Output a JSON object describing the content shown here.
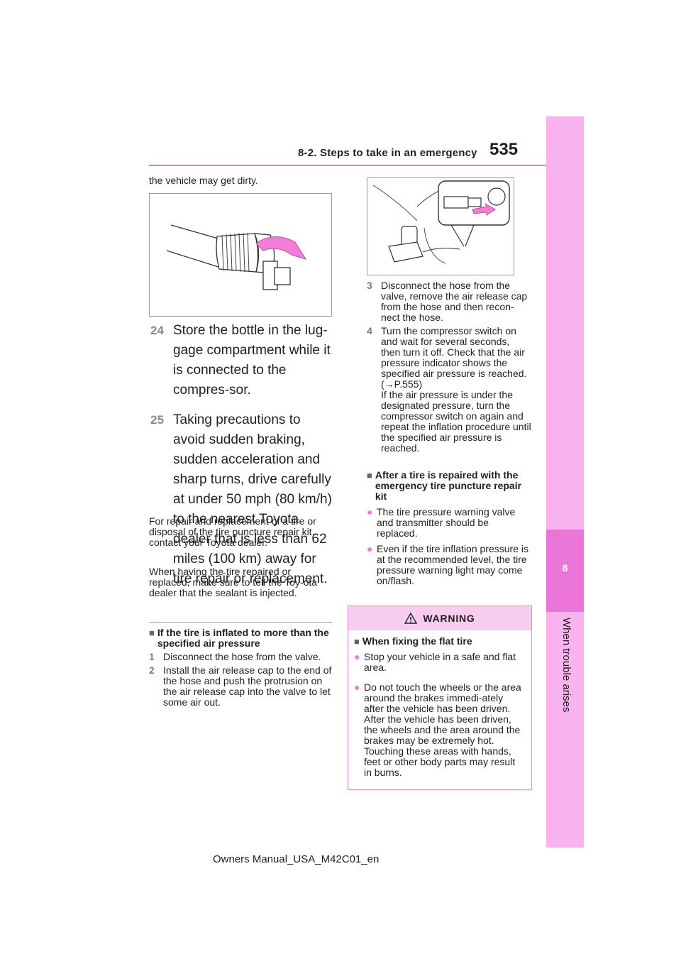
{
  "header": {
    "section_title": "8-2. Steps to take in an emergency",
    "page_number": "535"
  },
  "side_tab": {
    "chapter_number": "8",
    "chapter_title": "When trouble arises"
  },
  "footer": {
    "manual_id": "Owners Manual_USA_M42C01_en"
  },
  "left": {
    "intro": "the vehicle may get dirty.",
    "steps": [
      {
        "num": "24",
        "text": "Store the bottle in the lug-gage compartment while it is connected to the compres-sor."
      },
      {
        "num": "25",
        "text": "Taking precautions to avoid sudden braking, sudden acceleration and sharp turns, drive carefully at under 50 mph (80 km/h) to the nearest Toyota dealer that is less than 62 miles (100 km) away for tire repair or replacement."
      }
    ],
    "note1": "For repair and replacement of a tire or disposal of the tire puncture repair kit, contact your Toyota dealer.",
    "note2": "When having the tire repaired or replaced, make sure to tell the Toy-ota dealer that the sealant is injected.",
    "section_title": "If the tire is inflated to more than the specified air pressure",
    "section_steps": [
      {
        "num": "1",
        "text": "Disconnect the hose from the valve."
      },
      {
        "num": "2",
        "text": "Install the air release cap to the end of the hose and push the protrusion on the air release cap into the valve to let some air out."
      }
    ]
  },
  "right": {
    "steps": [
      {
        "num": "3",
        "text": "Disconnect the hose from the valve, remove the air release cap from the hose and then recon-nect the hose."
      },
      {
        "num": "4",
        "text": "Turn the compressor switch on and wait for several seconds, then turn it off. Check that the air pressure indicator shows the specified air pressure is reached.",
        "ref": "(→P.555)",
        "extra": "If the air pressure is under the designated pressure, turn the compressor switch on again and repeat the inflation procedure until the specified air pressure is reached."
      }
    ],
    "section_title": "After a tire is repaired with the emergency tire puncture repair kit",
    "bullets": [
      "The tire pressure warning valve and transmitter should be replaced.",
      "Even if the tire inflation pressure is at the recommended level, the tire pressure warning light may come on/flash."
    ]
  },
  "warning": {
    "label": "WARNING",
    "title": "When fixing the flat tire",
    "bullets": [
      "Stop your vehicle in a safe and flat area.",
      "Do not touch the wheels or the area around the brakes immedi-ately after the vehicle has been driven. After the vehicle has been driven, the wheels and the area around the brakes may be extremely hot. Touching these areas with hands, feet or other body parts may result in burns."
    ]
  },
  "colors": {
    "accent": "#ea75d7",
    "tab_light": "#f9b3ef",
    "warning_fill": "#f7cdef"
  }
}
